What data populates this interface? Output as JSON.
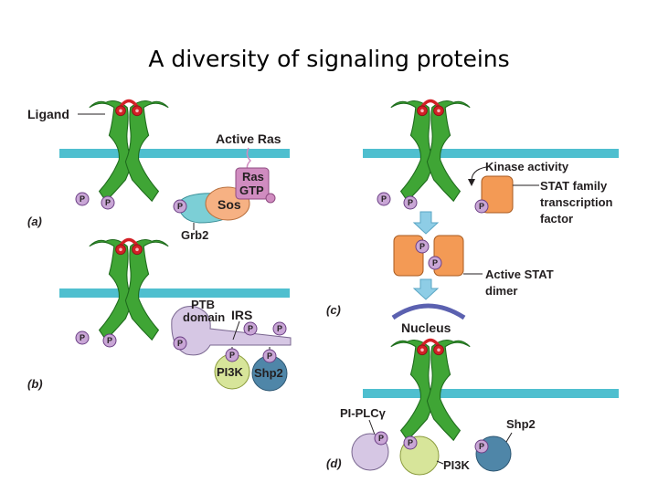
{
  "title": "A diversity of signaling proteins",
  "colors": {
    "membrane": "#4fbfcf",
    "receptor": "#3fa535",
    "receptor_stroke": "#1e6b1c",
    "ligand": "#d31f26",
    "phospho_fill": "#c9a6d6",
    "phospho_stroke": "#6b3f85",
    "ras": "#d08cc0",
    "sos": "#f6b183",
    "grb2": "#7ccfd6",
    "stat": "#f39a55",
    "irs": "#d6c7e4",
    "pi3k": "#d7e59a",
    "shp2": "#4f86a8",
    "arrow": "#8ecde6",
    "nucleus": "#5b61b0"
  },
  "phospho_label": "P",
  "panel_a": {
    "panel_label": "(a)",
    "ligand": "Ligand",
    "active_ras": "Active Ras",
    "ras": "Ras",
    "gtp": "GTP",
    "sos": "Sos",
    "grb2": "Grb2"
  },
  "panel_b": {
    "panel_label": "(b)",
    "ptb_line1": "PTB",
    "ptb_line2": "domain",
    "irs": "IRS",
    "pi3k": "PI3K",
    "shp2": "Shp2"
  },
  "panel_c": {
    "panel_label": "(c)",
    "kinase_activity": "Kinase activity",
    "stat_line1": "STAT family",
    "stat_line2": "transcription",
    "stat_line3": "factor",
    "active_stat_line1": "Active STAT",
    "active_stat_line2": "dimer",
    "nucleus": "Nucleus"
  },
  "panel_d": {
    "panel_label": "(d)",
    "pi_plc": "PI-PLCγ",
    "shp2": "Shp2",
    "pi3k": "PI3K"
  }
}
